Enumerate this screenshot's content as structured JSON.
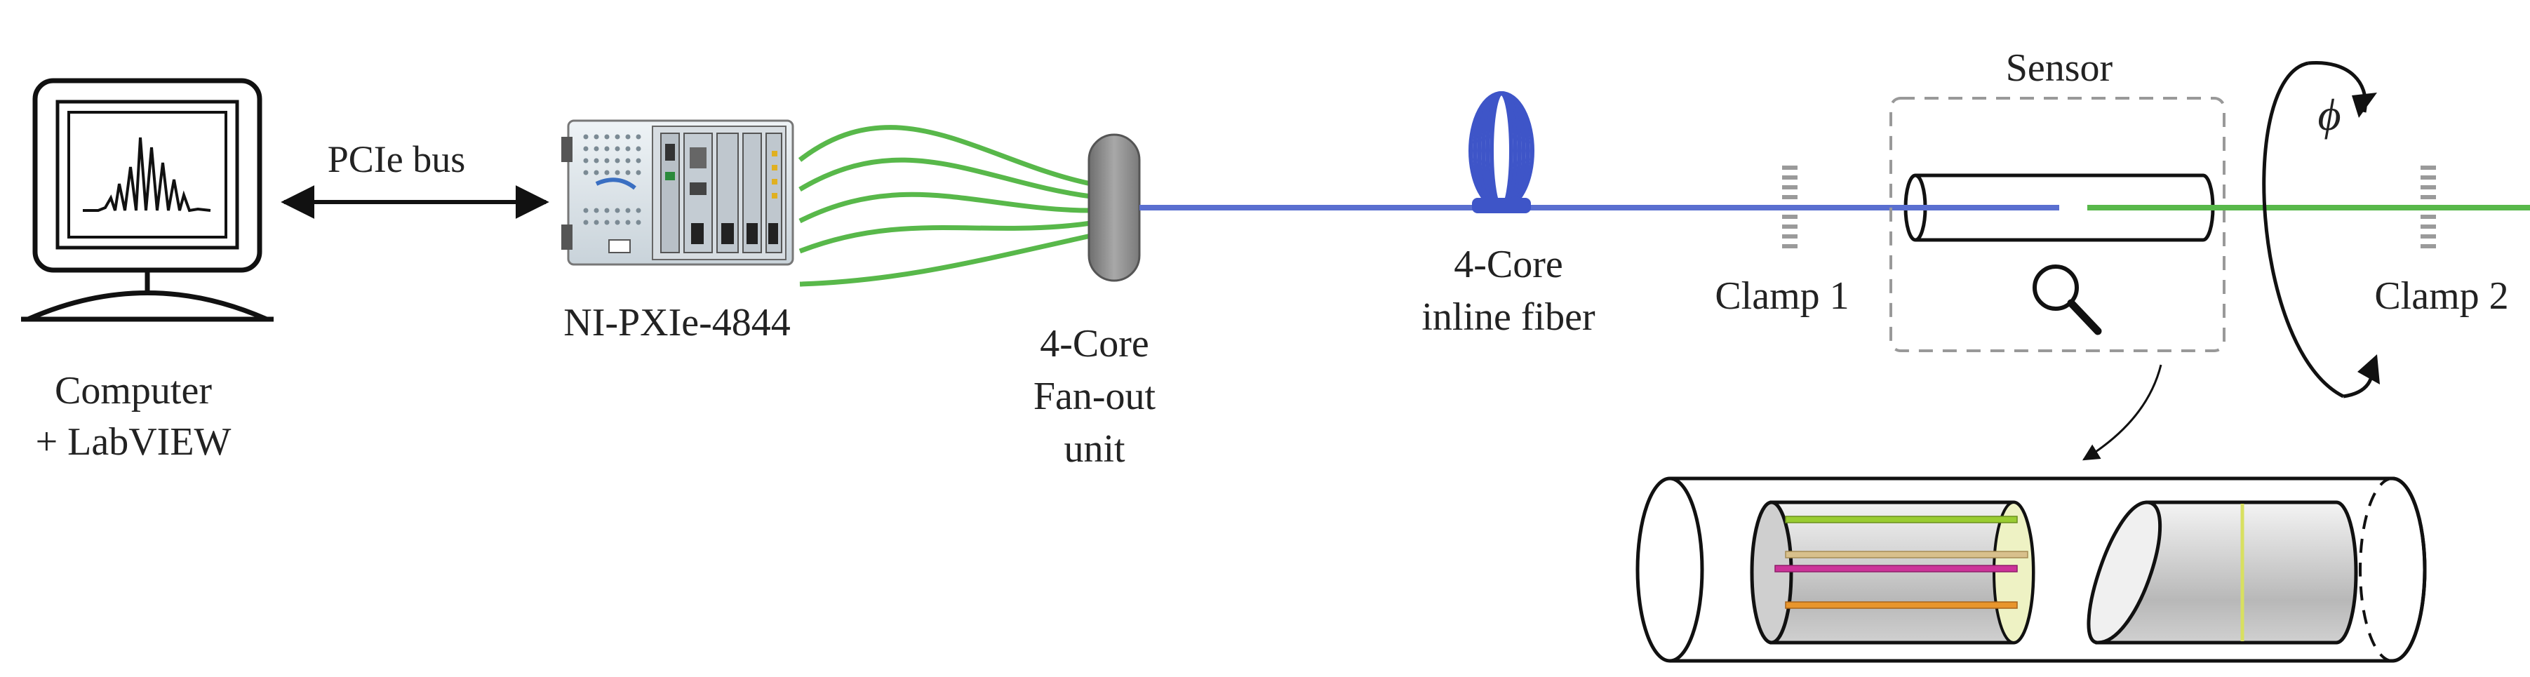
{
  "labels": {
    "computer_line1": "Computer",
    "computer_line2": "+ LabVIEW",
    "pcie_bus": "PCIe bus",
    "ni_module": "NI-PXIe-4844",
    "fanout_line1": "4-Core",
    "fanout_line2": "Fan-out",
    "fanout_line3": "unit",
    "inline_line1": "4-Core",
    "inline_line2": "inline fiber",
    "clamp1": "Clamp 1",
    "clamp2": "Clamp 2",
    "sensor": "Sensor",
    "rotation": "ϕ"
  },
  "icons": {
    "magnifier": "magnifier-icon",
    "computer": "computer-monitor-icon",
    "chassis": "pxi-chassis-icon"
  },
  "colors": {
    "fiber_blue": "#5a6fd0",
    "fiber_green": "#58b84a",
    "core_green": "#9acd32",
    "core_magenta": "#cc3399",
    "core_orange": "#e8952c",
    "core_tan": "#d8c08c",
    "dashed_box": "#999999",
    "fanout_gray": "#8c8c8c",
    "clamp_gray": "#9a9a9a"
  }
}
